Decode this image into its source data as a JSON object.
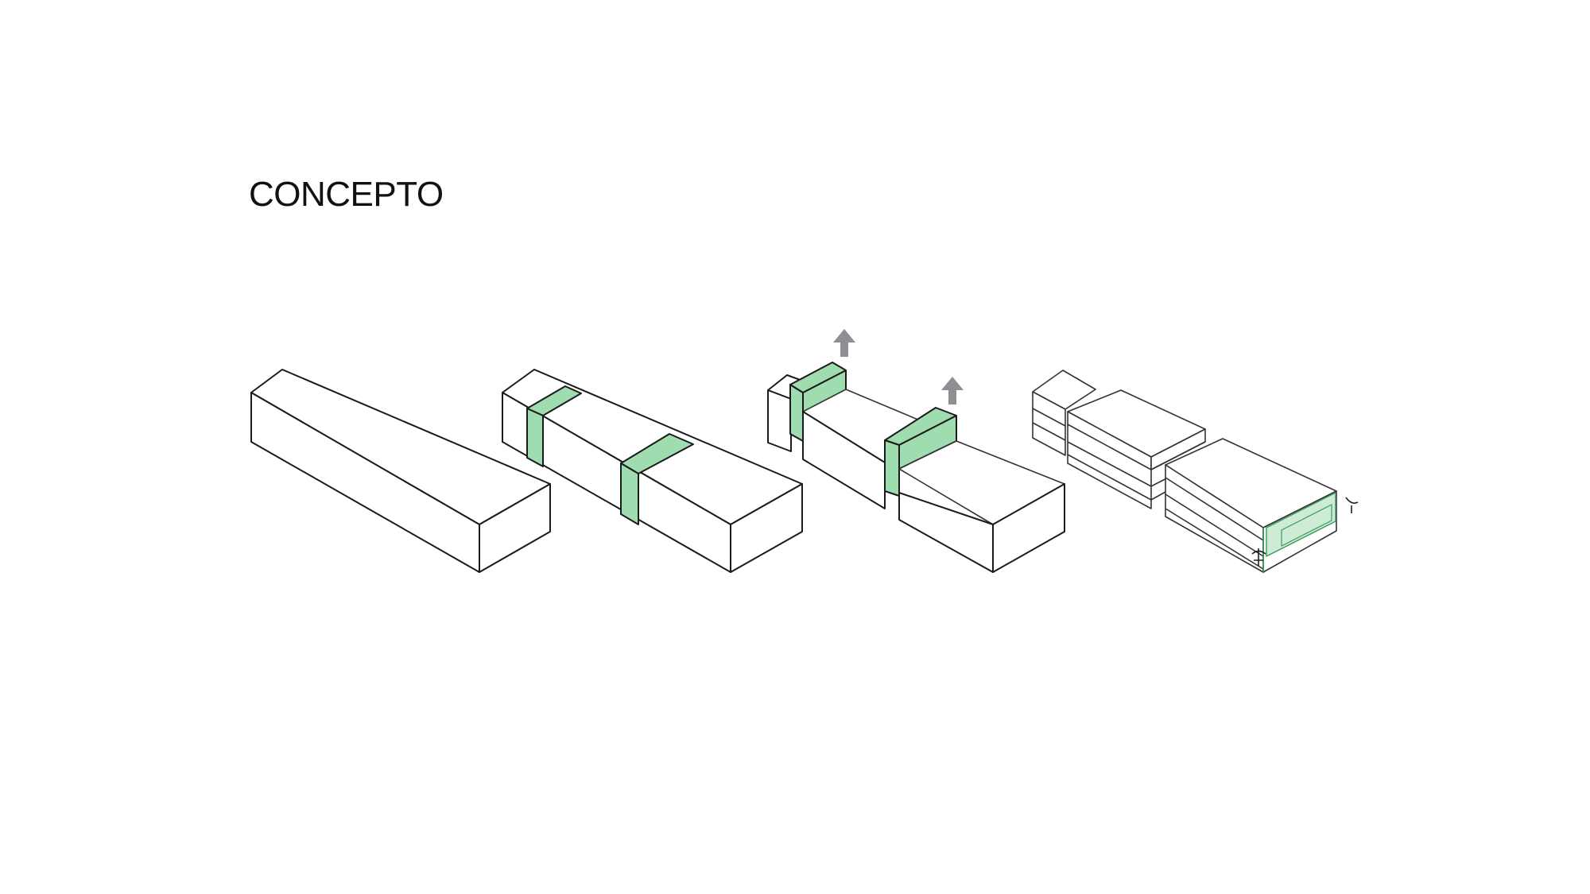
{
  "title": "CONCEPTO",
  "colors": {
    "outline": "#1a1a1a",
    "thin_outline": "#333333",
    "green": "#9fdcb0",
    "green_light": "#cdebd5",
    "arrow": "#8f8f93",
    "background": "#ffffff"
  },
  "stages": [
    {
      "id": "stage-1",
      "description_icon": "block-icon"
    },
    {
      "id": "stage-2",
      "description_icon": "block-with-bands-icon"
    },
    {
      "id": "stage-3",
      "description_icon": "split-block-with-arrows-icon"
    },
    {
      "id": "stage-4",
      "description_icon": "stacked-floors-icon"
    }
  ]
}
